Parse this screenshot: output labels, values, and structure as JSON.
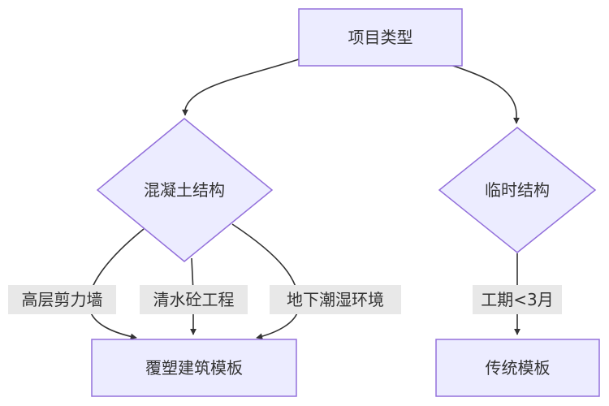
{
  "diagram": {
    "type": "flowchart",
    "colors": {
      "node_fill": "#ececff",
      "node_stroke": "#9370db",
      "edge": "#333333",
      "edge_label_bg": "#e8e8e8",
      "text": "#333333"
    },
    "nodes": {
      "project_type": "项目类型",
      "concrete_structure": "混凝土结构",
      "temporary_structure": "临时结构",
      "coated_formwork": "覆塑建筑模板",
      "traditional_formwork": "传统模板"
    },
    "edge_labels": {
      "highrise_shear_wall": "高层剪力墙",
      "fair_faced_concrete": "清水砼工程",
      "underground_humid": "地下潮湿环境",
      "short_duration": "工期<3月"
    }
  }
}
